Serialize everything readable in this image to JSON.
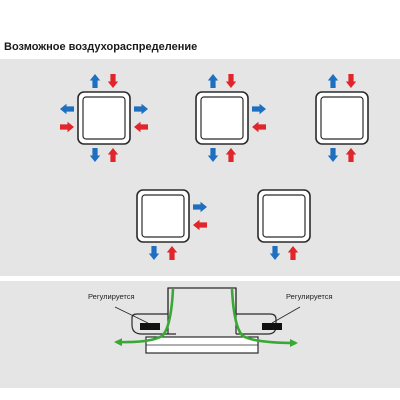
{
  "title": "Возможное воздухораспределение",
  "labels": {
    "left": "Регулируется",
    "right": "Регулируется"
  },
  "colors": {
    "panel": "#e5e5e5",
    "outflow": "#1f6fc0",
    "inflow": "#e0252b",
    "flow_line": "#3aa835",
    "unit_fill": "#ffffff",
    "unit_stroke": "#2b2b2b",
    "damper": "#111111"
  },
  "diffusers": [
    {
      "id": "four-way",
      "sides": [
        "top",
        "left",
        "right",
        "bottom"
      ]
    },
    {
      "id": "three-way",
      "sides": [
        "top",
        "right",
        "bottom"
      ]
    },
    {
      "id": "two-way-opposite",
      "sides": [
        "top",
        "bottom"
      ]
    },
    {
      "id": "two-way-corner",
      "sides": [
        "right",
        "bottom"
      ]
    },
    {
      "id": "one-way",
      "sides": [
        "bottom"
      ]
    }
  ]
}
